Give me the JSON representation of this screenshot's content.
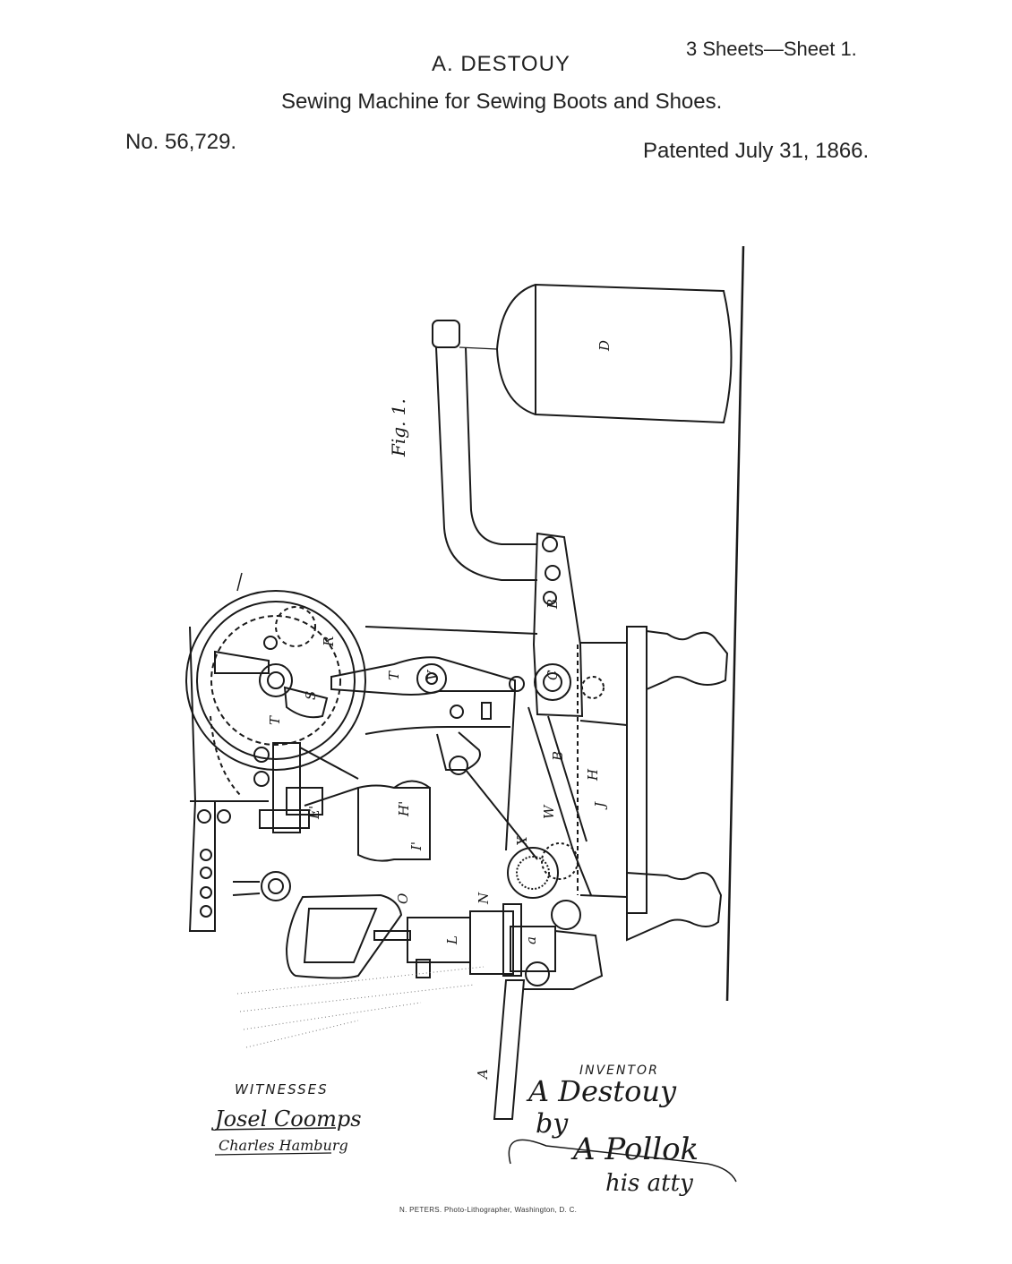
{
  "header": {
    "sheets": "3 Sheets—Sheet 1.",
    "inventor": "A. DESTOUY",
    "title": "Sewing Machine for Sewing Boots and Shoes.",
    "patent_number": "No. 56,729.",
    "patent_date": "Patented July 31, 1866."
  },
  "drawing": {
    "figure_label": "Fig. 1.",
    "labels": {
      "D": "D",
      "B": "B",
      "B2": "B",
      "C": "C",
      "T": "T",
      "T2": "T",
      "V": "V",
      "R": "R",
      "S": "S",
      "H": "H",
      "J": "J",
      "W": "W",
      "X": "X",
      "N": "N",
      "A": "A",
      "L": "L",
      "a": "a",
      "O": "O",
      "H1": "H'",
      "I1": "I'",
      "E1": "E'"
    },
    "witnesses_heading": "WITNESSES",
    "witness_1": "Josel Coomps",
    "witness_2": "Charles Hamburg",
    "inventor_heading": "INVENTOR",
    "inventor_signature": "A Destouy",
    "by_text": "by",
    "attorney_signature": "A Pollok",
    "attorney_role": "his atty"
  },
  "footer": {
    "lithographer": "N. PETERS. Photo-Lithographer, Washington, D. C."
  }
}
